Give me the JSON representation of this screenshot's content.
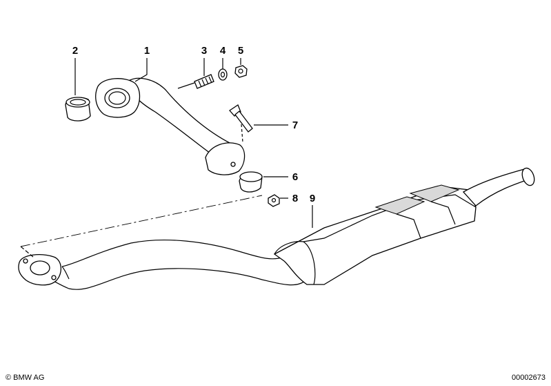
{
  "callouts": [
    {
      "num": "1"
    },
    {
      "num": "2"
    },
    {
      "num": "3"
    },
    {
      "num": "4"
    },
    {
      "num": "5"
    },
    {
      "num": "6"
    },
    {
      "num": "7"
    },
    {
      "num": "8"
    },
    {
      "num": "9"
    }
  ],
  "footer": {
    "copyright": "© BMW AG",
    "doc_id": "00002673"
  }
}
